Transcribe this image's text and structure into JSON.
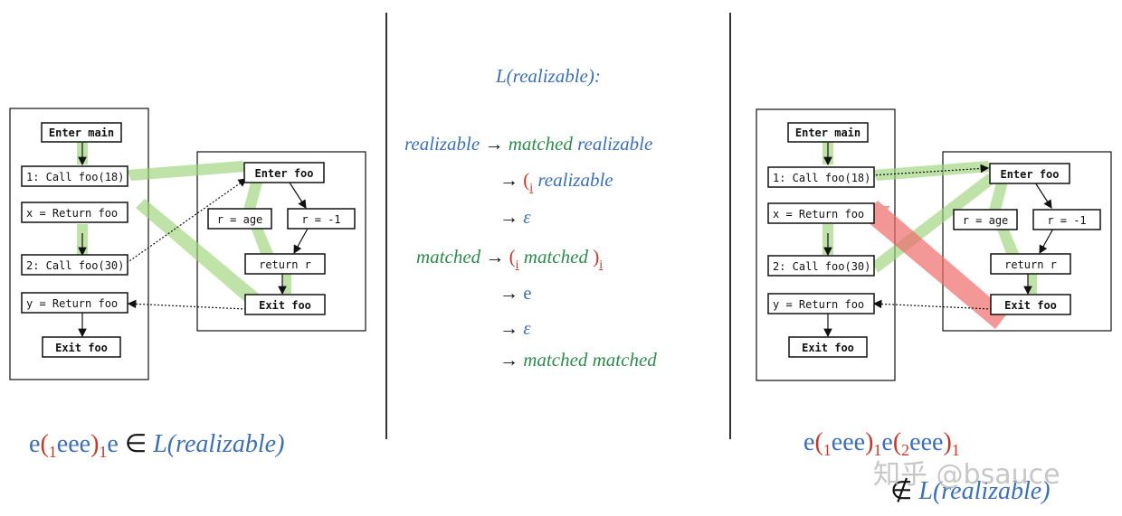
{
  "left_cfg": {
    "main_nodes": [
      "Enter main",
      "1: Call foo(18)",
      "x = Return foo",
      "2: Call foo(30)",
      "y = Return foo",
      "Exit foo"
    ],
    "foo_nodes": [
      "Enter foo",
      "r = age",
      "r = -1",
      "return r",
      "Exit foo"
    ]
  },
  "right_cfg": {
    "main_nodes": [
      "Enter main",
      "1: Call foo(18)",
      "x = Return foo",
      "2: Call foo(30)",
      "y = Return foo",
      "Exit foo"
    ],
    "foo_nodes": [
      "Enter foo",
      "r = age",
      "r = -1",
      "return r",
      "Exit foo"
    ]
  },
  "grammar": {
    "title": "L(realizable):",
    "rule1_lhs": "realizable",
    "rule1_rhs_a": "matched",
    "rule1_rhs_b": "realizable",
    "paren_open": "(",
    "paren_close": ")",
    "sub_i": "i",
    "rule2_rhs": "realizable",
    "epsilon": "ε",
    "rule4_lhs": "matched",
    "rule4_rhs": "matched",
    "e": "e",
    "rule7_rhs": "matched matched",
    "arrow": "→"
  },
  "left_expr": {
    "e1": "e",
    "open": "(",
    "sub1": "1",
    "eee": "eee",
    "close": ")",
    "sub2": "1",
    "e2": "e",
    "member": "∈",
    "lang": "L(realizable)"
  },
  "right_expr": {
    "e1": "e",
    "open1": "(",
    "sub1": "1",
    "eee1": "eee",
    "close1": ")",
    "sub2": "1",
    "e2": "e",
    "open2": "(",
    "sub3": "2",
    "eee2": "eee",
    "close2": ")",
    "sub4": "1",
    "notmember": "∉",
    "lang": "L(realizable)"
  },
  "watermark": "知乎 @bsauce",
  "colors": {
    "blue": "#3c6fb4",
    "green": "#2e8b4e",
    "red": "#c0392b",
    "green_path": "#9ed47a",
    "red_path": "#ee6b6b"
  }
}
